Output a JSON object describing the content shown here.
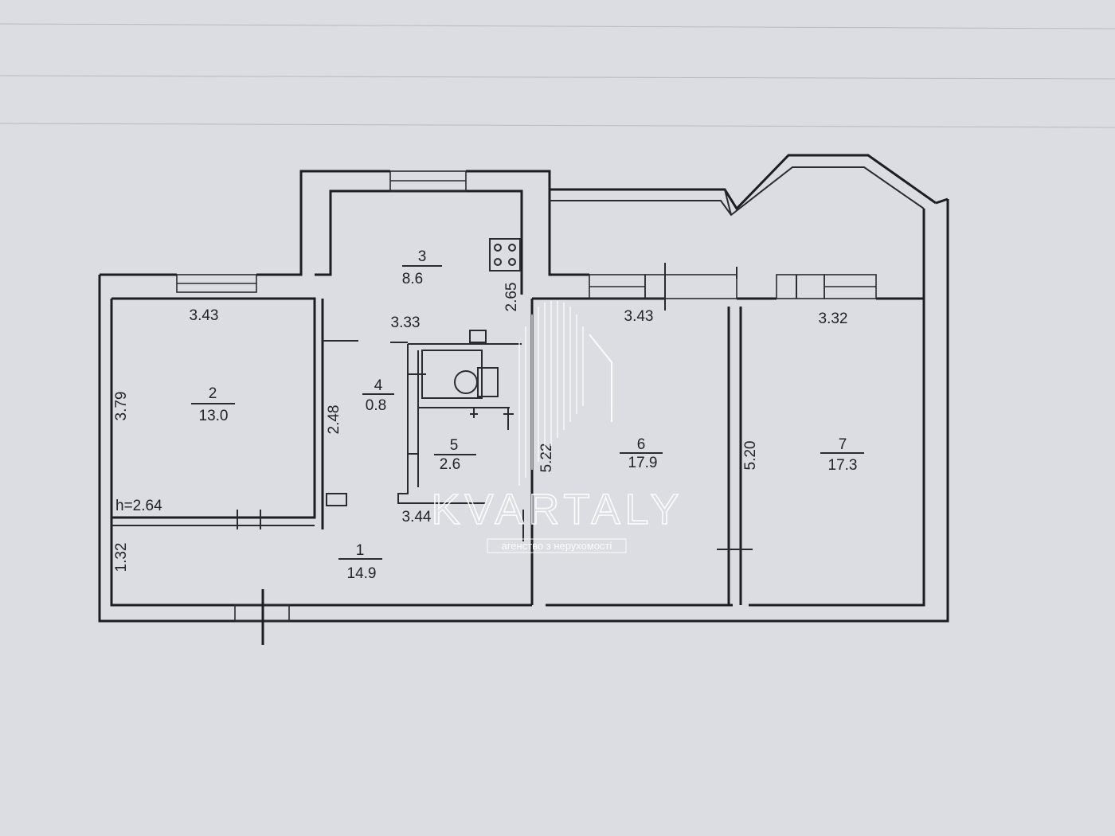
{
  "rooms": [
    {
      "id": "1",
      "area": "14.9"
    },
    {
      "id": "2",
      "area": "13.0"
    },
    {
      "id": "3",
      "area": "8.6"
    },
    {
      "id": "4",
      "area": "0.8"
    },
    {
      "id": "5",
      "area": "2.6"
    },
    {
      "id": "6",
      "area": "17.9"
    },
    {
      "id": "7",
      "area": "17.3"
    }
  ],
  "dimensions": {
    "room2_width": "3.43",
    "room2_length": "3.79",
    "room3_width": "3.33",
    "room3_length": "2.65",
    "corridor_length": "2.48",
    "hall_width": "3.44",
    "hall_length": "1.32",
    "room6_width": "3.43",
    "room6_length": "5.22",
    "room7_width": "3.32",
    "room7_length": "5.20"
  },
  "ceiling_height": "h=2.64",
  "watermark": {
    "name": "KVARTALY",
    "tagline": "агенство з нерухомості"
  },
  "colors": {
    "paper": "#dcdde2",
    "ink": "#1d1d22",
    "watermark": "#ffffff"
  }
}
